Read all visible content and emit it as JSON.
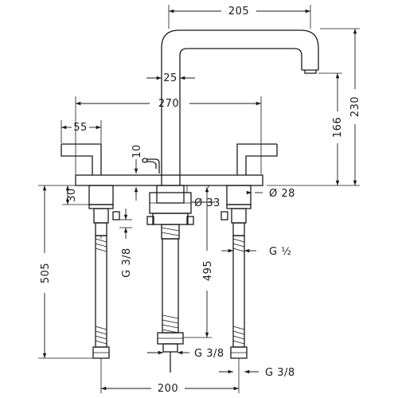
{
  "dimensions": {
    "spout_width": "205",
    "spout_height": "230",
    "spout_tube": "25",
    "spread": "270",
    "handle_length": "55",
    "handle_to_deck": "166",
    "aerator_height": "10",
    "escutcheon_height": "30",
    "escutcheon_diameter": "Ø 28",
    "body_diameter": "Ø 33",
    "supply_thread_side": "G ½",
    "mount_depth": "495",
    "overall_depth": "505",
    "thread_left": "G 3/8",
    "thread_center": "G 3/8",
    "thread_right": "G 3/8",
    "valve_spacing": "200"
  }
}
